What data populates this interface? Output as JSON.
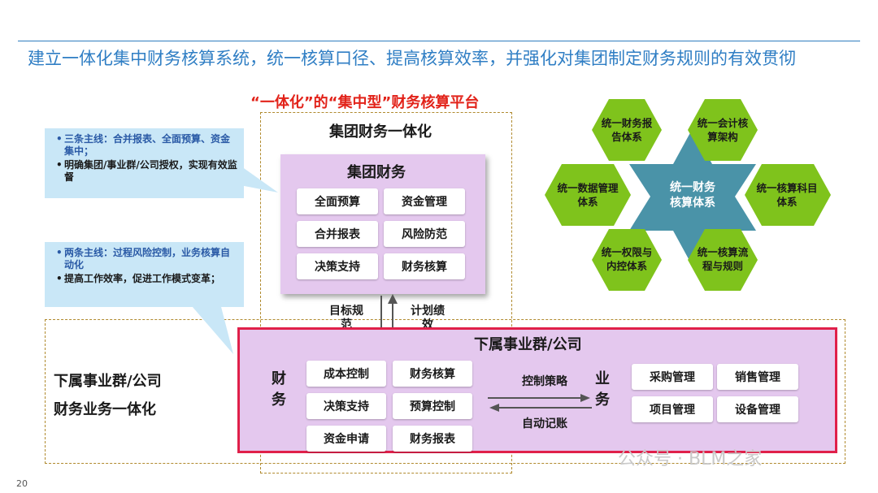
{
  "header": {
    "title": "建立一体化集中财务核算系统，统一核算口径、提高核算效率，并强化对集团制定财务规则的有效贯彻"
  },
  "platform": {
    "title": "“一体化”的“集中型”财务核算平台",
    "group_unification": "集团财务一体化"
  },
  "group_finance": {
    "title": "集团财务",
    "items": [
      "全面预算",
      "资金管理",
      "合并报表",
      "风险防范",
      "决策支持",
      "财务核算"
    ]
  },
  "flows": {
    "down_label": "目标规范",
    "up_label": "计划绩效"
  },
  "callouts": [
    {
      "highlight": "三条主线：合并报表、全面预算、资金集中；",
      "text": "明确集团/事业群/公司授权，实现有效监督"
    },
    {
      "highlight": "两条主线：过程风险控制，业务核算自动化",
      "text": "提高工作效率，促进工作模式变革；"
    }
  ],
  "subsidiary": {
    "left_label_1": "下属事业群/公司",
    "left_label_2": "财务业务一体化",
    "title": "下属事业群/公司",
    "finance_label": "财务",
    "business_label": "业务",
    "finance_items": [
      "成本控制",
      "财务核算",
      "决策支持",
      "预算控制",
      "资金申请",
      "财务报表"
    ],
    "business_items": [
      "采购管理",
      "销售管理",
      "项目管理",
      "设备管理"
    ],
    "control_label": "控制策略",
    "auto_label": "自动记账"
  },
  "hex_system": {
    "center": "统一财务核算体系",
    "center_line1": "统一财务",
    "center_line2": "核算体系",
    "petals": [
      [
        "统一财务报",
        "告体系"
      ],
      [
        "统一会计核",
        "算架构"
      ],
      [
        "统一数据管理",
        "体系"
      ],
      [
        "统一核算科目",
        "体系"
      ],
      [
        "统一权限与",
        "内控体系"
      ],
      [
        "统一核算流",
        "程与规则"
      ]
    ],
    "colors": {
      "hex": "#7fc31c",
      "star": "#4a93a8"
    }
  },
  "footer": {
    "page_number": "20",
    "watermark": "公众号 · BLM之家"
  }
}
